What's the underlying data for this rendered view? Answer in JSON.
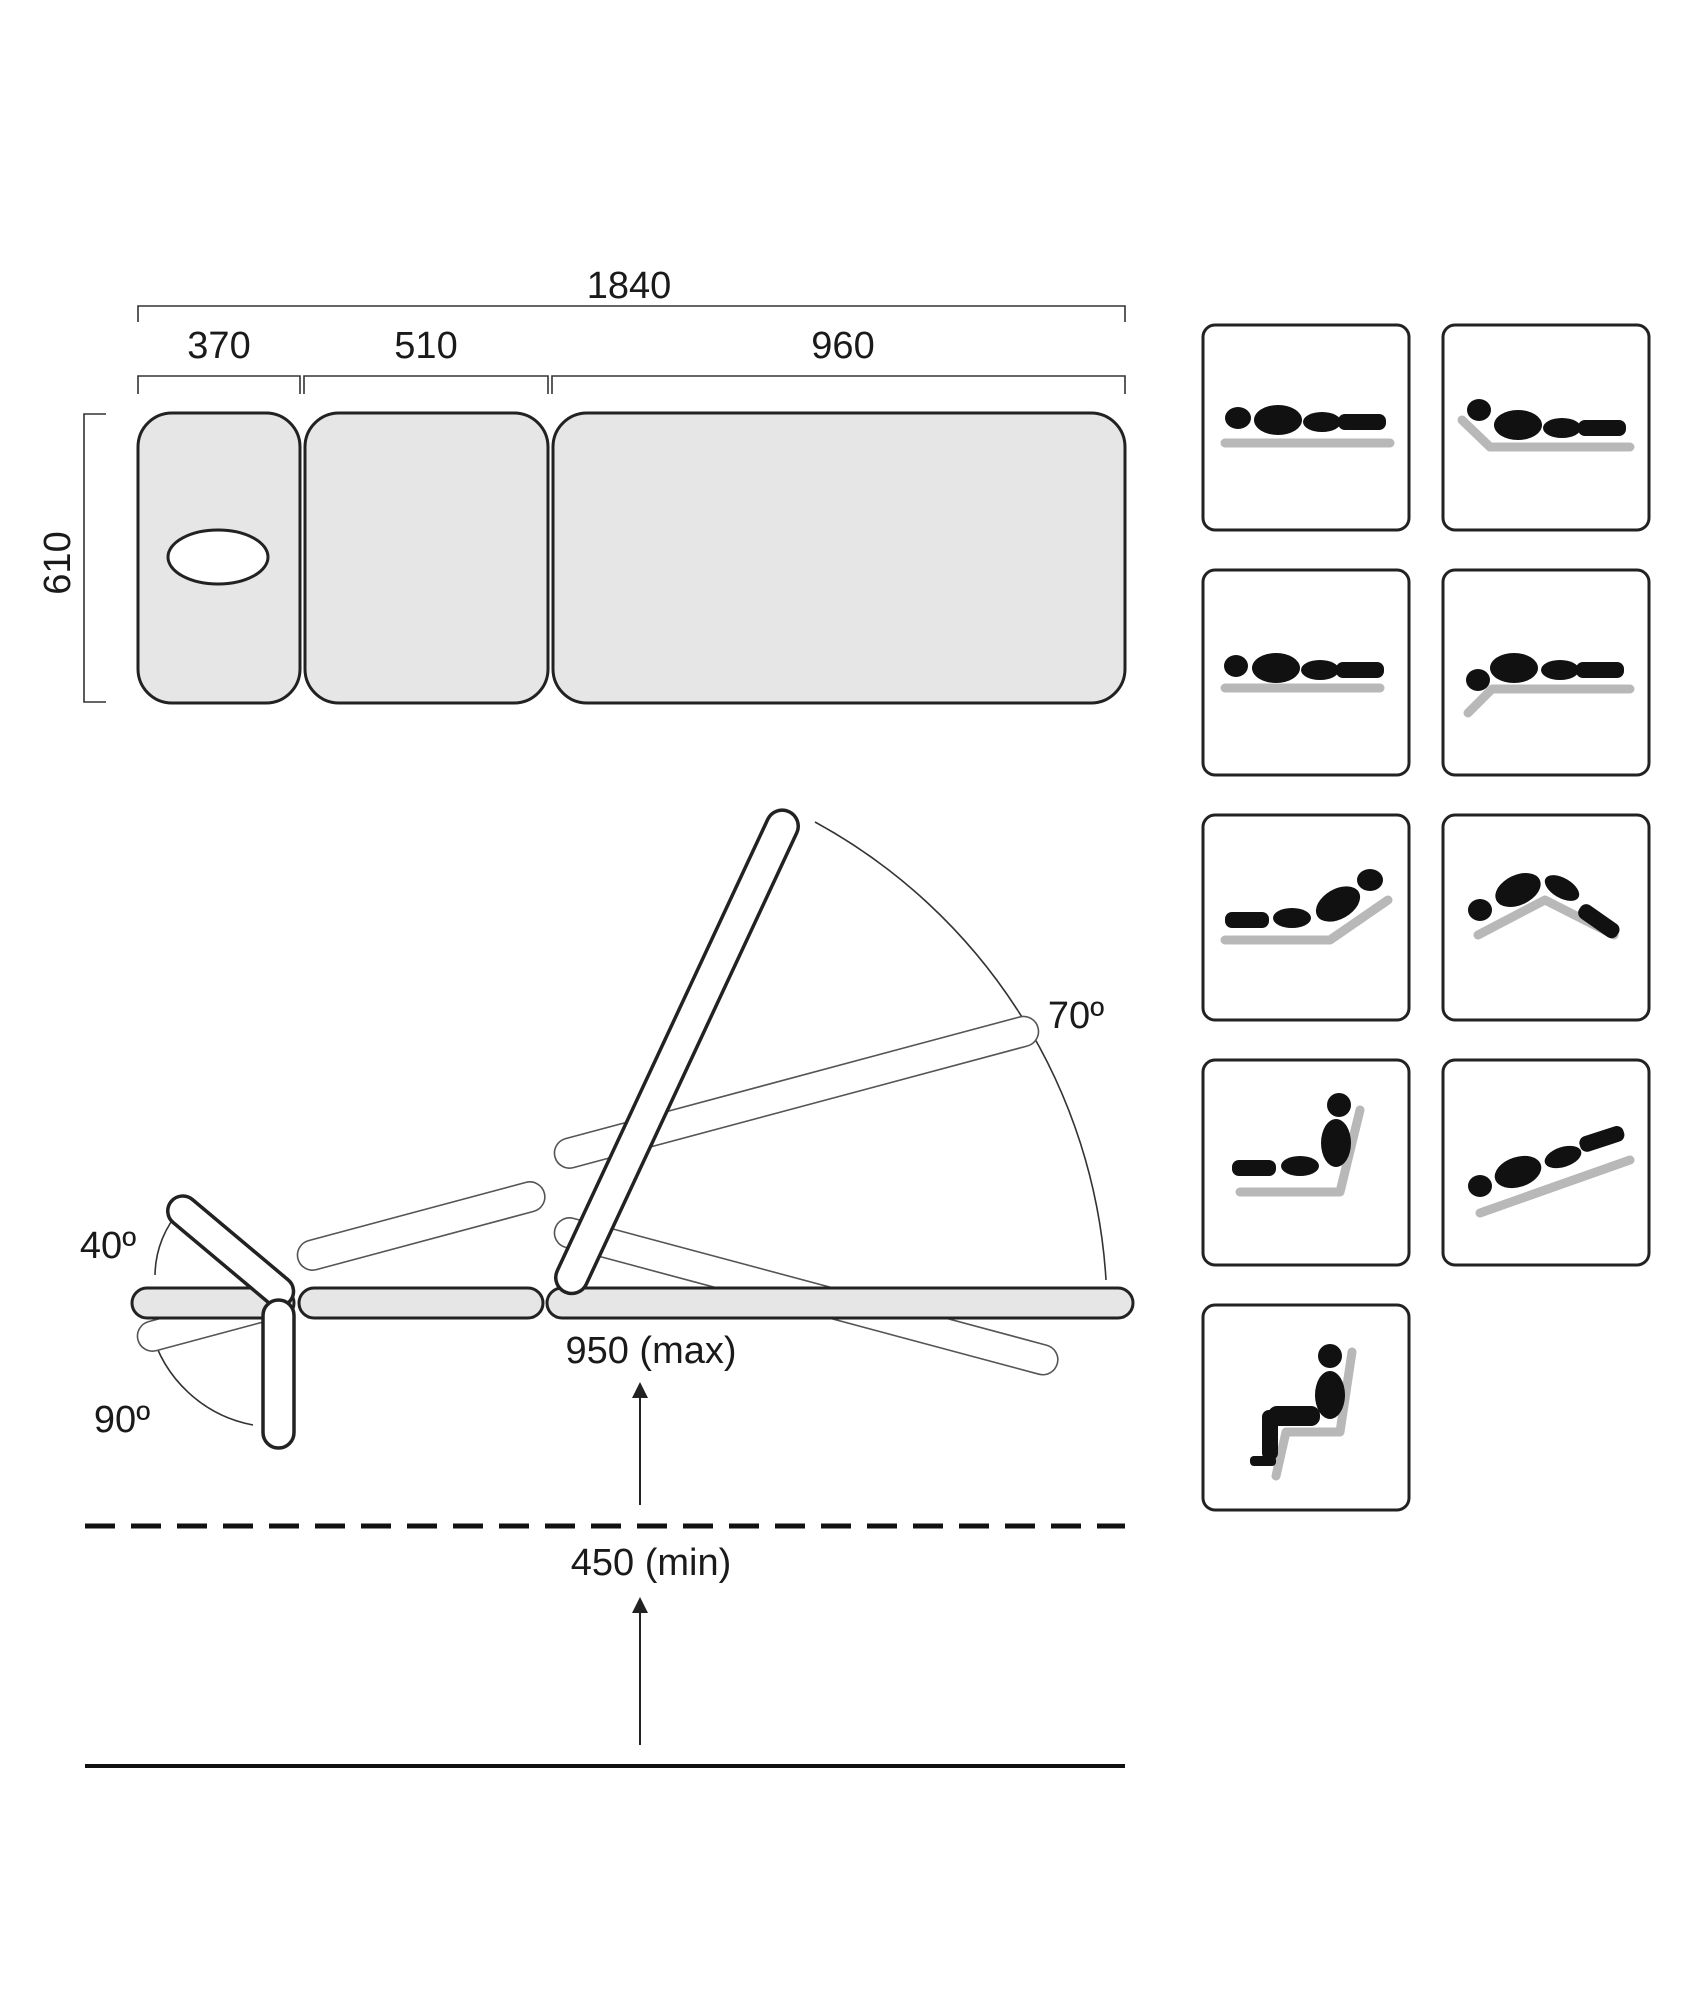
{
  "top_view": {
    "total_length": "1840",
    "segments": [
      "370",
      "510",
      "960"
    ],
    "width": "610"
  },
  "side_view": {
    "head_up_angle": "40º",
    "head_down_angle": "90º",
    "back_angle": "70º",
    "max_height": "950 (max)",
    "min_height": "450 (min)"
  },
  "positions": [
    {
      "icon": "supine-flat-icon"
    },
    {
      "icon": "supine-head-down-icon"
    },
    {
      "icon": "prone-flat-icon"
    },
    {
      "icon": "prone-head-down-icon"
    },
    {
      "icon": "reclined-back-raised-icon"
    },
    {
      "icon": "v-position-icon"
    },
    {
      "icon": "long-sitting-icon"
    },
    {
      "icon": "trendelenburg-icon"
    },
    {
      "icon": "sitting-chair-icon"
    }
  ],
  "colors": {
    "segment_fill": "#e6e6e6",
    "outline": "#222222",
    "bed_surface": "#b8b8b8",
    "figure": "#111111"
  }
}
